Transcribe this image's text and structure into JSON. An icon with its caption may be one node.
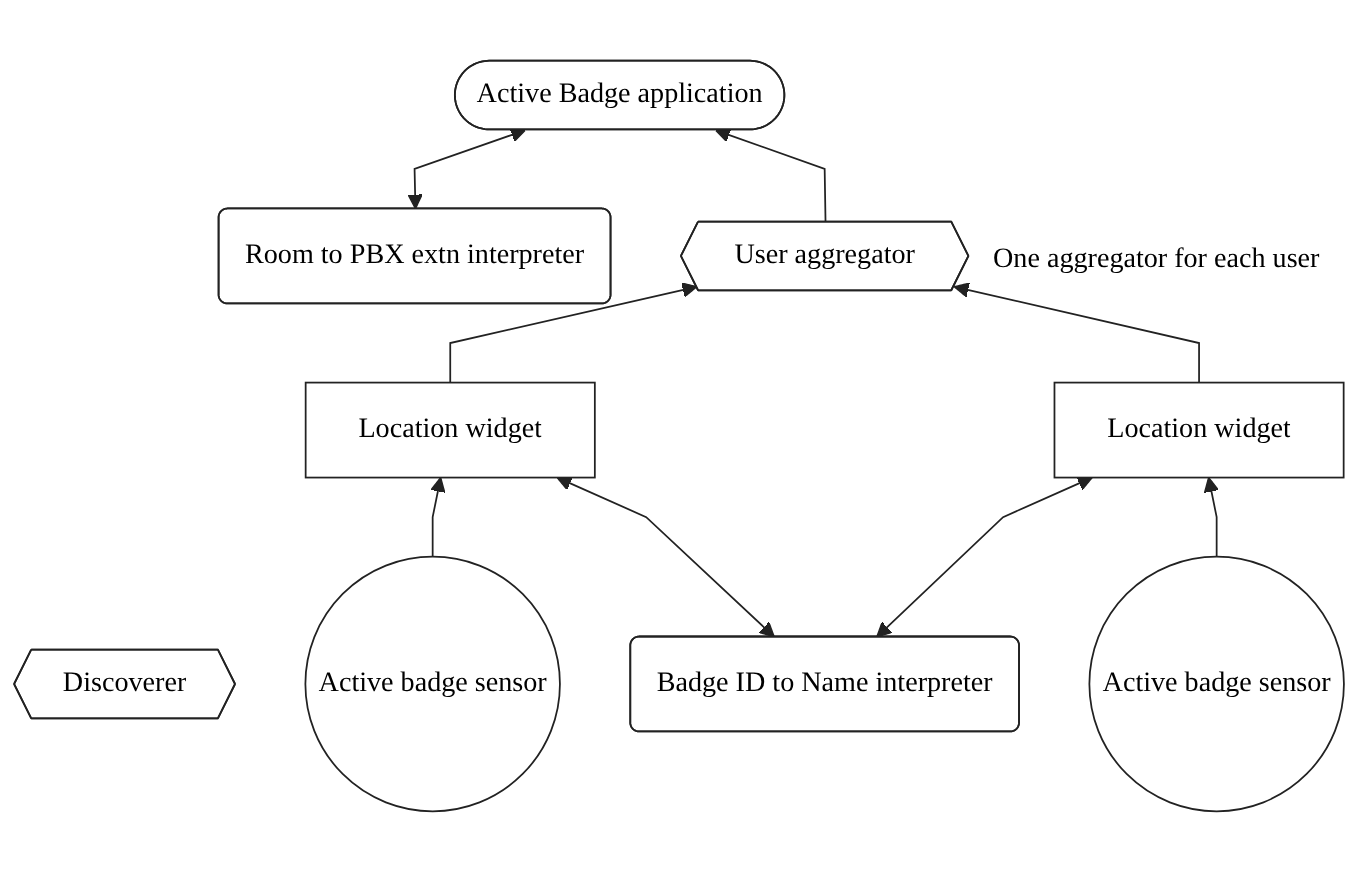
{
  "diagram": {
    "nodes": [
      {
        "text": [
          "Active Badge application"
        ]
      },
      {
        "text": [
          "Room to PBX extn interpreter"
        ]
      },
      {
        "text": [
          "User aggregator"
        ],
        "beside": [
          "One aggregator for each user"
        ]
      },
      {
        "text": [
          "Location widget"
        ]
      },
      {
        "text": [
          "Location widget"
        ]
      },
      {
        "text": [
          "Discoverer"
        ]
      },
      {
        "text": [
          "Active badge sensor"
        ]
      },
      {
        "text": [
          "Badge ID to Name interpreter"
        ]
      },
      {
        "text": [
          "Active badge sensor"
        ]
      }
    ],
    "edges": [
      {
        "from": 1,
        "to": 0,
        "arrow": "both"
      },
      {
        "from": 2,
        "to": 0,
        "arrow": "to"
      },
      {
        "from": 3,
        "to": 2,
        "arrow": "to"
      },
      {
        "from": 4,
        "to": 2,
        "arrow": "to"
      },
      {
        "from": 7,
        "to": 3,
        "arrow": "both"
      },
      {
        "from": 7,
        "to": 4,
        "arrow": "both"
      },
      {
        "from": 6,
        "to": 3,
        "arrow": "to"
      },
      {
        "from": 8,
        "to": 4,
        "arrow": "to"
      }
    ]
  }
}
